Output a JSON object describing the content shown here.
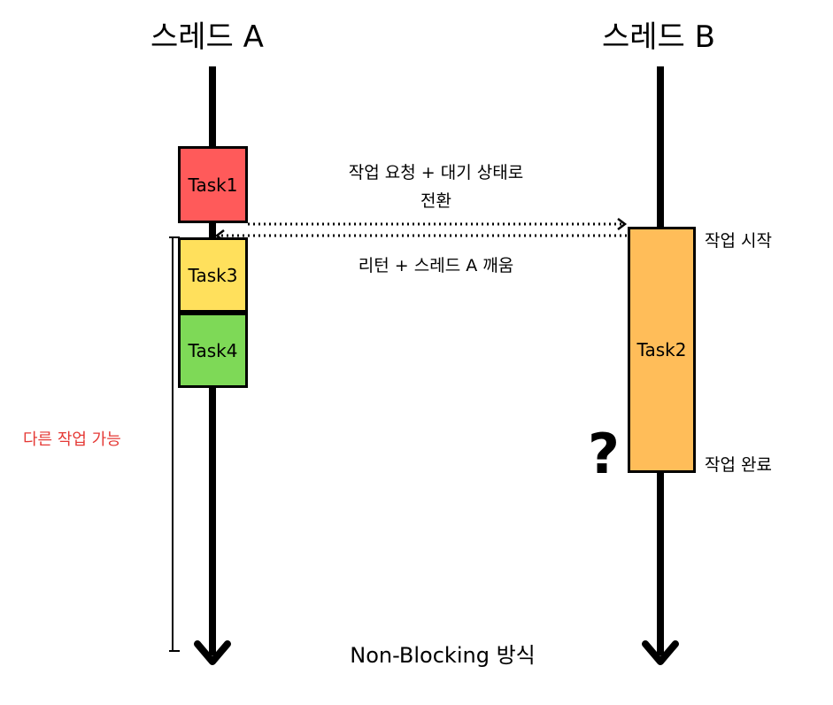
{
  "threads": {
    "a_title": "스레드 A",
    "b_title": "스레드 B"
  },
  "tasks": {
    "task1": {
      "label": "Task1",
      "color": "#ff5a5a"
    },
    "task3": {
      "label": "Task3",
      "color": "#ffe05c"
    },
    "task4": {
      "label": "Task4",
      "color": "#7ed957"
    },
    "task2": {
      "label": "Task2",
      "color": "#ffbd59"
    }
  },
  "messages": {
    "request_line1": "작업 요청 + 대기 상태로",
    "request_line2": "전환",
    "return": "리턴 + 스레드 A 깨움"
  },
  "thread_b_labels": {
    "start": "작업 시작",
    "done": "작업 완료",
    "unknown": "?"
  },
  "thread_a_labels": {
    "other_work": "다른 작업 가능"
  },
  "caption": "Non-Blocking 방식",
  "colors": {
    "line": "#000000",
    "highlight_text": "#e53935"
  }
}
